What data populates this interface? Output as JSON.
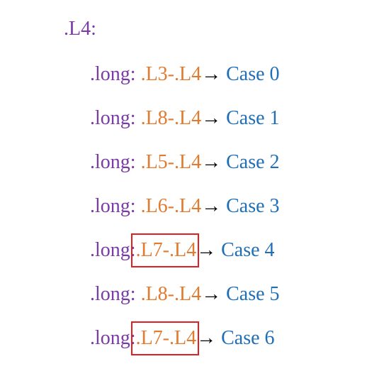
{
  "label": ".L4:",
  "rows": [
    {
      "directive": ".long:",
      "expr": ".L3-.L4",
      "arrow": "→",
      "case": "Case 0",
      "highlighted": false
    },
    {
      "directive": ".long:",
      "expr": ".L8-.L4",
      "arrow": "→",
      "case": "Case 1",
      "highlighted": false
    },
    {
      "directive": ".long:",
      "expr": ".L5-.L4",
      "arrow": "→",
      "case": "Case 2",
      "highlighted": false
    },
    {
      "directive": ".long:",
      "expr": ".L6-.L4",
      "arrow": "→",
      "case": "Case 3",
      "highlighted": false
    },
    {
      "directive": ".long:",
      "expr": ".L7-.L4",
      "arrow": "→",
      "case": "Case 4",
      "highlighted": true
    },
    {
      "directive": ".long:",
      "expr": ".L8-.L4",
      "arrow": "→",
      "case": "Case 5",
      "highlighted": false
    },
    {
      "directive": ".long:",
      "expr": ".L7-.L4",
      "arrow": "→",
      "case": "Case 6",
      "highlighted": true
    }
  ],
  "colors": {
    "directive": "#7a3aa8",
    "expression": "#e07b2f",
    "case": "#1f6fb8",
    "highlight": "#e02020"
  }
}
